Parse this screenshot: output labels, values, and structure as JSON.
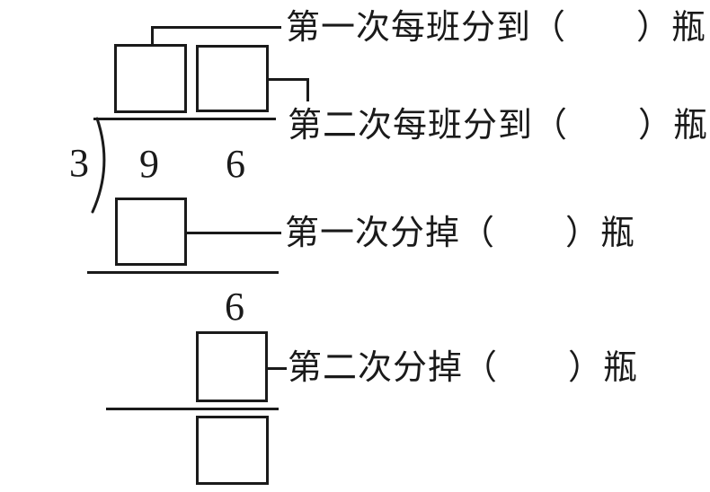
{
  "division": {
    "divisor": "3",
    "dividend_tens": "9",
    "dividend_ones": "6",
    "brought_down": "6"
  },
  "labels": {
    "first_per_class": "第一次每班分到（　　）瓶",
    "second_per_class": "第二次每班分到（　　）瓶",
    "first_given": "第一次分掉（　　）瓶",
    "second_given": "第二次分掉（　　）瓶"
  },
  "colors": {
    "ink": "#1a1a1a",
    "background": "#ffffff"
  }
}
